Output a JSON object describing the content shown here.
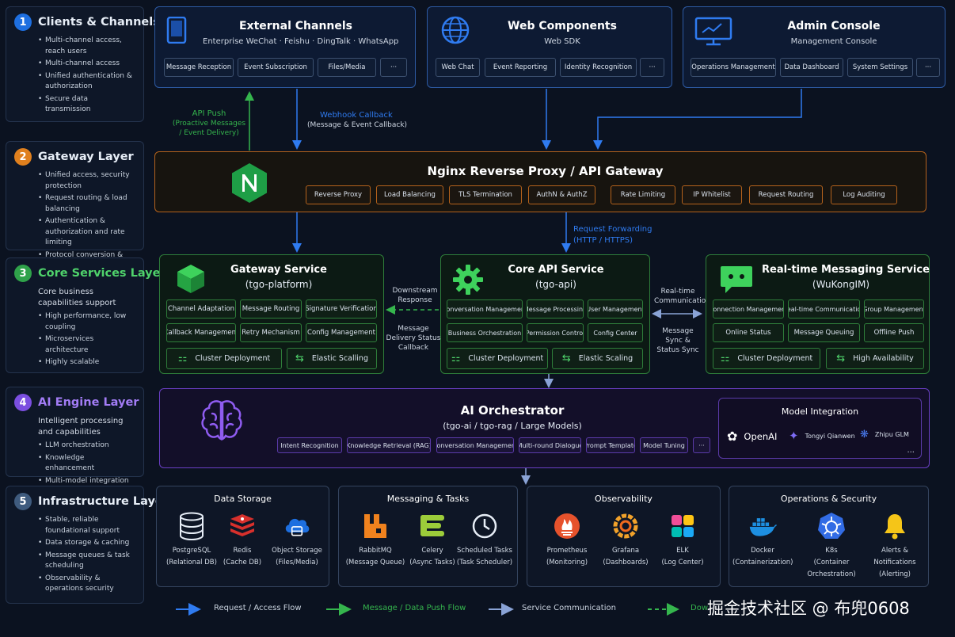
{
  "layers": [
    {
      "num": "1",
      "title": "Clients & Channels",
      "color": "#1e6fe0",
      "title_color": "#ffffff",
      "items": [
        "Multi-channel access, reach users",
        "Multi-channel access",
        "Unified authentication & authorization",
        "Secure data transmission"
      ]
    },
    {
      "num": "2",
      "title": "Gateway Layer",
      "color": "#e0801e",
      "title_color": "#ffffff",
      "items": [
        "Unified access, security protection",
        "Request routing & load balancing",
        "Authentication & authorization and rate limiting",
        "Protocol conversion & log auditing"
      ]
    },
    {
      "num": "3",
      "title": "Core Services Layer",
      "color": "#2fa24a",
      "title_color": "#4fd36b",
      "lead": "Core business capabilities support",
      "items": [
        "High performance, low coupling",
        "Microservices architecture",
        "Highly scalable"
      ]
    },
    {
      "num": "4",
      "title": "AI Engine Layer",
      "color": "#7b4fe0",
      "title_color": "#a27cf5",
      "lead": "Intelligent processing and capabilities",
      "items": [
        "LLM orchestration",
        "Knowledge enhancement",
        "Multi-model integration"
      ]
    },
    {
      "num": "5",
      "title": "Infrastructure Layer",
      "color": "#3f5b7e",
      "title_color": "#ffffff",
      "items": [
        "Stable, reliable foundational support",
        "Data storage & caching",
        "Message queues & task scheduling",
        "Observability & operations security"
      ]
    }
  ],
  "external": {
    "title": "External Channels",
    "subtitle": "Enterprise WeChat · Feishu · DingTalk · WhatsApp",
    "chips": [
      "Message Reception",
      "Event Subscription",
      "Files/Media",
      "···"
    ]
  },
  "web": {
    "title": "Web Components",
    "subtitle": "Web SDK",
    "chips": [
      "Web Chat",
      "Event Reporting",
      "Identity Recognition",
      "···"
    ]
  },
  "admin": {
    "title": "Admin Console",
    "subtitle": "Management Console",
    "chips": [
      "Operations Management",
      "Data Dashboard",
      "System Settings",
      "···"
    ]
  },
  "flows": {
    "api_push": "API Push",
    "api_push_note": "(Proactive Messages / Event Delivery)",
    "webhook": "Webhook Callback",
    "webhook_note": "(Message & Event Callback)",
    "req_forward": "Request Forwarding",
    "req_forward_note": "(HTTP / HTTPS)",
    "downstream": "Downstream Response",
    "delivery": "Message Delivery Status Callback",
    "realtime": "Real-time Communication",
    "sync": "Message Sync & Status Sync"
  },
  "gateway": {
    "title": "Nginx Reverse Proxy / API Gateway",
    "chips": [
      "Reverse Proxy",
      "Load Balancing",
      "TLS Termination",
      "AuthN & AuthZ",
      "Rate Limiting",
      "IP Whitelist",
      "Request Routing",
      "Log Auditing"
    ]
  },
  "gw_service": {
    "title": "Gateway Service",
    "subtitle": "(tgo-platform)",
    "chips": [
      "Channel Adaptation",
      "Message Routing",
      "Signature Verification",
      "Callback Management",
      "Retry Mechanism",
      "Config Management"
    ],
    "footer": [
      "Cluster Deployment",
      "Elastic Scalling"
    ]
  },
  "core_api": {
    "title": "Core API Service",
    "subtitle": "(tgo-api)",
    "chips": [
      "Conversation Management",
      "Message Processing",
      "User Management",
      "Business Orchestration",
      "Permission Control",
      "Config Center"
    ],
    "footer": [
      "Cluster Deployment",
      "Elastic Scaling"
    ]
  },
  "rtm": {
    "title": "Real-time Messaging Service",
    "subtitle": "(WuKongIM)",
    "chips": [
      "Connection Management",
      "Real-time Communication",
      "Group Management",
      "Online Status",
      "Message Queuing",
      "Offline Push"
    ],
    "footer": [
      "Cluster Deployment",
      "High Availability"
    ]
  },
  "ai": {
    "title": "AI Orchestrator",
    "subtitle": "(tgo-ai / tgo-rag / Large Models)",
    "chips": [
      "Intent Recognition",
      "Knowledge Retrieval (RAG)",
      "Conversation Management",
      "Multi-round Dialogue",
      "Prompt Template",
      "Model Tuning",
      "···"
    ]
  },
  "models": {
    "title": "Model Integration",
    "items": [
      "OpenAI",
      "Tongyi Qianwen",
      "Zhipu GLM"
    ],
    "more": "..."
  },
  "infra": [
    {
      "title": "Data Storage",
      "items": [
        [
          "PostgreSQL",
          "(Relational DB)"
        ],
        [
          "Redis",
          "(Cache DB)"
        ],
        [
          "Object Storage",
          "(Files/Media)"
        ]
      ]
    },
    {
      "title": "Messaging & Tasks",
      "items": [
        [
          "RabbitMQ",
          "(Message Queue)"
        ],
        [
          "Celery",
          "(Async Tasks)"
        ],
        [
          "Scheduled Tasks",
          "(Task Scheduler)"
        ]
      ]
    },
    {
      "title": "Observability",
      "items": [
        [
          "Prometheus",
          "(Monitoring)"
        ],
        [
          "Grafana",
          "(Dashboards)"
        ],
        [
          "ELK",
          "(Log Center)"
        ]
      ]
    },
    {
      "title": "Operations & Security",
      "items": [
        [
          "Docker",
          "(Containerization)"
        ],
        [
          "K8s",
          "(Container Orchestration)"
        ],
        [
          "Alerts & Notifications",
          "(Alerting)"
        ]
      ]
    }
  ],
  "legend": [
    "Request / Access Flow",
    "Message / Data Push Flow",
    "Service Communication",
    "Dow"
  ],
  "watermark": "掘金技术社区 @ 布兜0608",
  "colors": {
    "blue": "#2f7bf0",
    "green": "#35b54d",
    "orange": "#e0801e",
    "purple": "#7b4fe0"
  }
}
